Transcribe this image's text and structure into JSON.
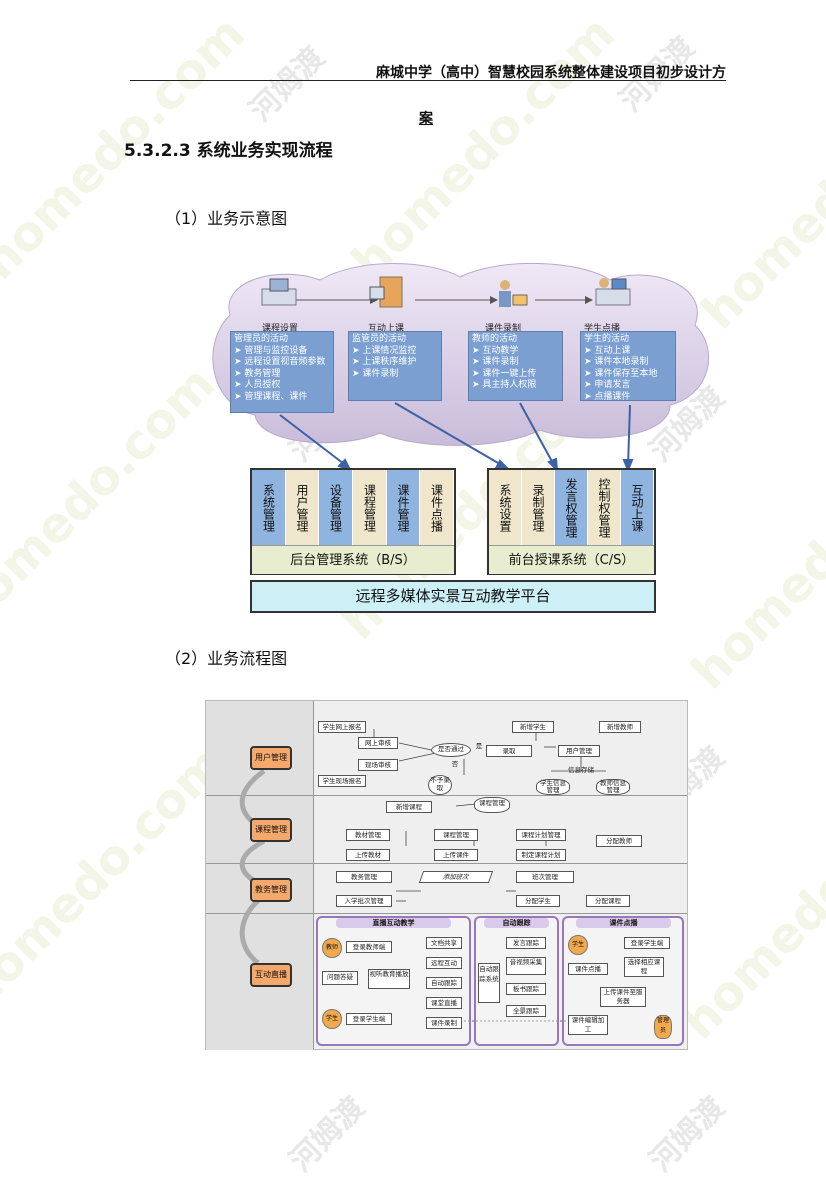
{
  "header": {
    "title_line1": "麻城中学（高中）智慧校园系统整体建设项目初步设计方",
    "title_line2": "案"
  },
  "section": {
    "title": "5.3.2.3 系统业务实现流程",
    "sub1": "（1）业务示意图",
    "sub2": "（2）业务流程图"
  },
  "diagram1": {
    "roles": [
      "课程设置",
      "互动上课",
      "课件录制",
      "学生点播"
    ],
    "activities": [
      {
        "title": "管理员的活动",
        "items": [
          "管理与监控设备",
          "远程设置视音频参数",
          "教务管理",
          "人员授权",
          "管理课程、课件"
        ]
      },
      {
        "title": "监管员的活动",
        "items": [
          "上课情况监控",
          "上课秩序维护",
          "课件录制"
        ]
      },
      {
        "title": "教师的活动",
        "items": [
          "互动教学",
          "课件录制",
          "课件一键上传",
          "具主持人权限"
        ]
      },
      {
        "title": "学生的活动",
        "items": [
          "互动上课",
          "课件本地录制",
          "课件保存至本地",
          "申请发言",
          "点播课件"
        ]
      }
    ],
    "backend": {
      "modules": [
        "系统管理",
        "用户管理",
        "设备管理",
        "课程管理",
        "课件管理",
        "课件点播"
      ],
      "name": "后台管理系统（B/S）"
    },
    "frontend": {
      "modules": [
        "系统设置",
        "录制管理",
        "发言权管理",
        "控制权管理",
        "互动上课"
      ],
      "name": "前台授课系统（C/S）"
    },
    "platform": "远程多媒体实景互动教学平台"
  },
  "diagram2": {
    "lanes": [
      "用户管理",
      "课程管理",
      "教务管理",
      "互动直播"
    ],
    "lane1": {
      "boxes": [
        "学生网上报名",
        "网上审核",
        "现场审核",
        "学生现场报名",
        "录取",
        "新增学生",
        "新增教师",
        "用户管理",
        "信息存储",
        "学生信息管理",
        "教师信息管理"
      ],
      "decision": "是否通过",
      "yes": "是",
      "no": "否",
      "reject": "不予录取"
    },
    "lane2": {
      "boxes": [
        "新增课程",
        "课程管理",
        "教材管理",
        "课程管理",
        "课程计划管理",
        "分配教师",
        "上传教材",
        "上传课件",
        "制定课程计划"
      ]
    },
    "lane3": {
      "boxes": [
        "教务管理",
        "添加班次",
        "班次管理",
        "入学批次管理",
        "分配学生",
        "分配课程"
      ]
    },
    "lane4": {
      "groups": [
        "直播互动教学",
        "自动跟踪",
        "课件点播"
      ],
      "left": [
        "教师",
        "登录教师端",
        "问题答疑",
        "视听教育播放",
        "学生",
        "登录学生端"
      ],
      "mid": [
        "文档共享",
        "远程互动",
        "自动跟踪",
        "课堂直播",
        "课件录制"
      ],
      "track_center": "自动跟踪系统",
      "track": [
        "发言跟踪",
        "音视频采集",
        "板书跟踪",
        "全景跟踪"
      ],
      "right": [
        "学生",
        "登录学生端",
        "课件点播",
        "选择相应课程",
        "上传课件至服务器",
        "课件编辑加工",
        "管理员"
      ]
    }
  },
  "watermark": {
    "text": "homedo.com",
    "text_cn": "河姆渡"
  }
}
